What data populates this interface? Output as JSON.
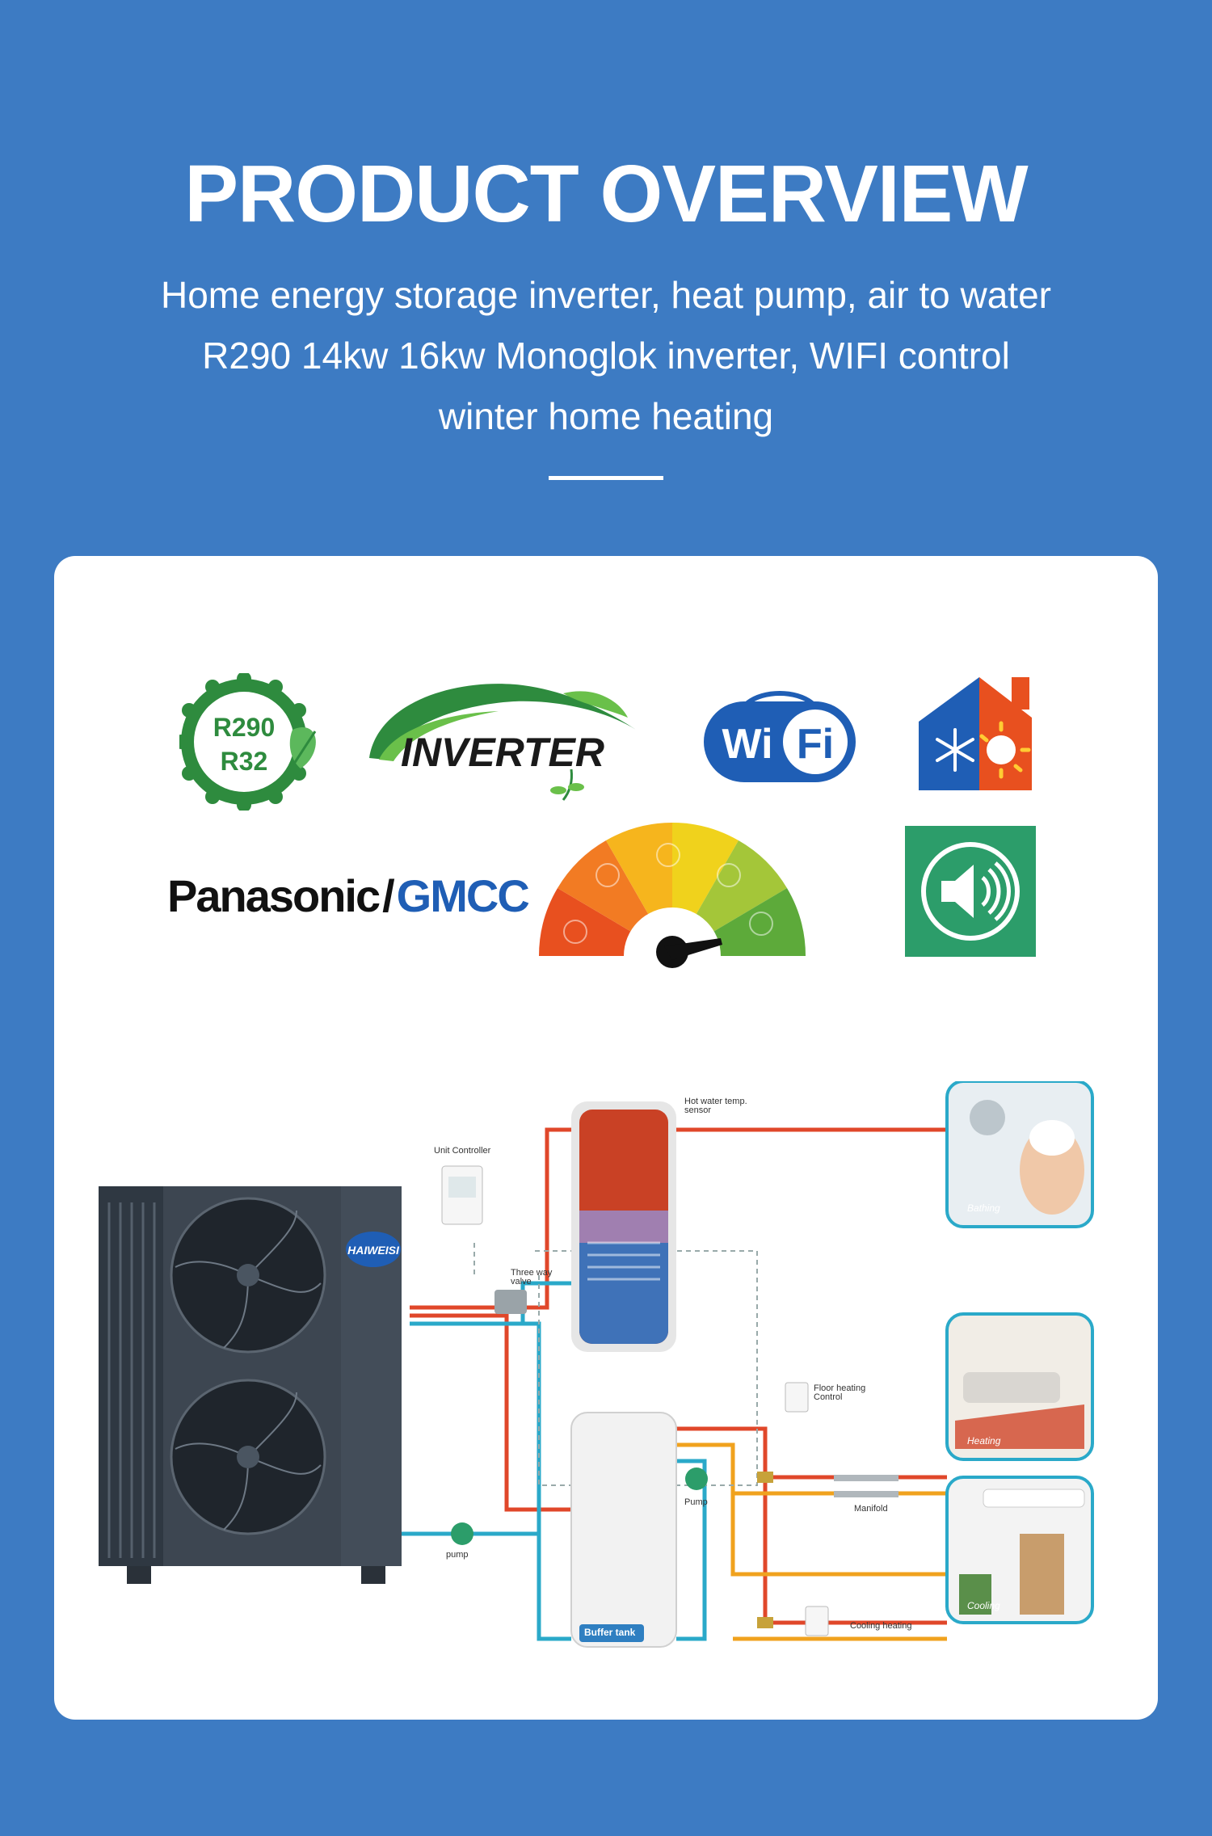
{
  "header": {
    "title": "PRODUCT OVERVIEW",
    "subtitle_lines": [
      "Home energy storage inverter, heat pump, air to water",
      "R290 14kw 16kw Monoglok inverter, WIFI control",
      "winter home heating"
    ]
  },
  "features": {
    "refrigerant_badge": {
      "line1": "R290",
      "line2": "R32",
      "icon": "leaf-badge-icon"
    },
    "inverter_logo": {
      "text": "INVERTER",
      "icon": "inverter-swoosh-icon"
    },
    "wifi_logo": {
      "text_left": "Wi",
      "text_right": "Fi",
      "icon": "wifi-icon"
    },
    "heat_cool_icon": "house-snowflake-sun-icon",
    "compressor_brands": {
      "left": "Panasonic",
      "separator": "/",
      "right": "GMCC"
    },
    "efficiency_gauge": {
      "icon": "efficiency-gauge-icon"
    },
    "low_noise_icon": "speaker-icon"
  },
  "diagram": {
    "unit_brand": "HAIWEISI",
    "labels": {
      "unit_controller": "Unit Controller",
      "three_way_valve": "Three way valve",
      "hot_water_sensor": "Hot water temp. sensor",
      "floor_heating_control": "Floor heating Control",
      "manifold": "Manifold",
      "pump_left": "pump",
      "pump_mid": "Pump",
      "buffer_tank": "Buffer tank",
      "cooling_heating": "Cooling heating"
    },
    "rooms": [
      "Bathing",
      "Heating",
      "Cooling"
    ]
  },
  "colors": {
    "background": "#3d7bc3",
    "card": "#ffffff",
    "pipe_hot": "#e0472a",
    "pipe_supply": "#f0a21e",
    "pipe_return": "#2aa9c9",
    "brand_blue": "#1f5eb5",
    "badge_green": "#2e8b3e"
  }
}
